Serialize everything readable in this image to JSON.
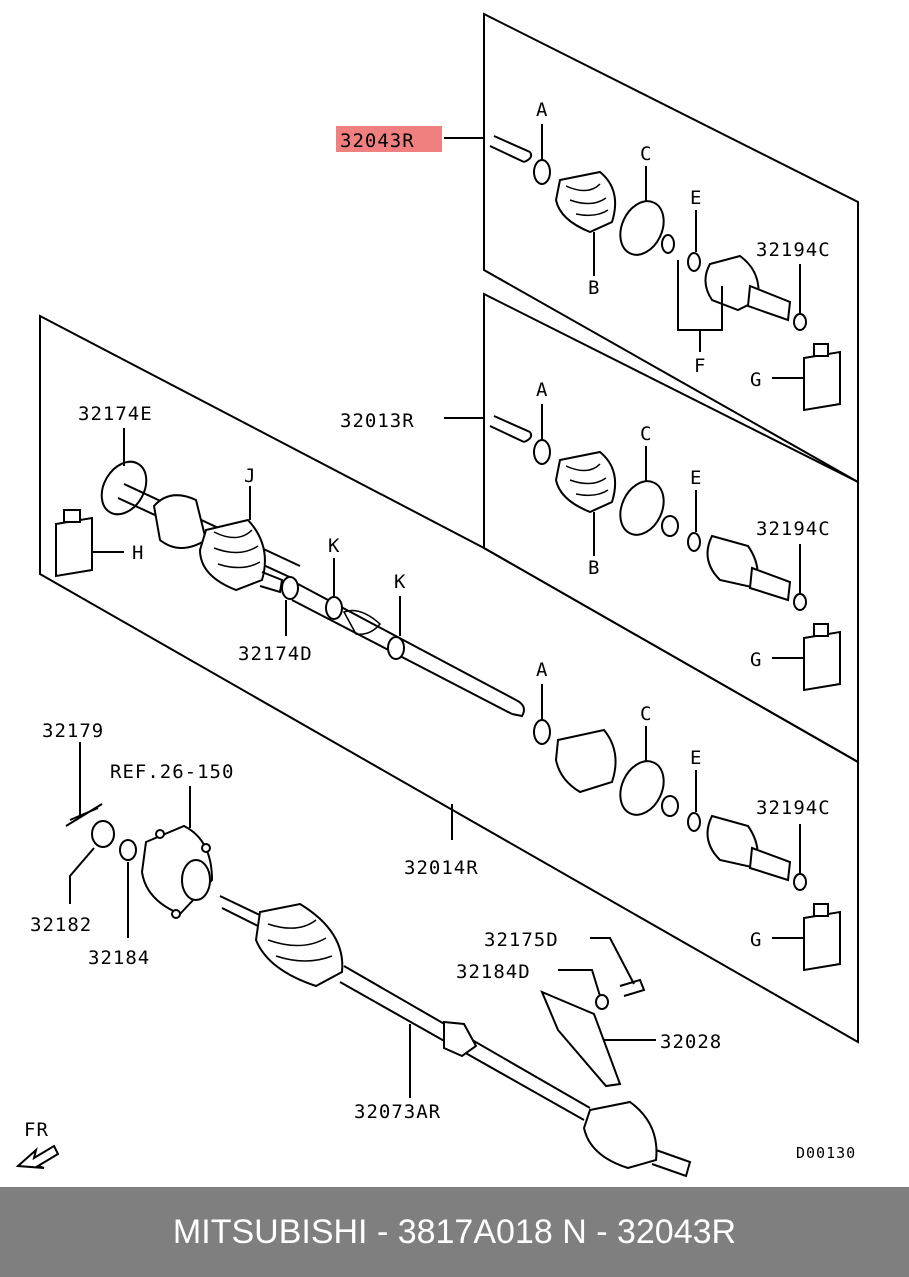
{
  "labels": {
    "highlight": "32043R",
    "p32013R": "32013R",
    "p32014R": "32014R",
    "p32073AR": "32073AR",
    "p32174E": "32174E",
    "p32174D": "32174D",
    "p32179": "32179",
    "p32182": "32182",
    "p32184": "32184",
    "ref": "REF.26-150",
    "p32175D": "32175D",
    "p32184D": "32184D",
    "p32028": "32028",
    "c1": "32194C",
    "c2": "32194C",
    "c3": "32194C",
    "A": "A",
    "B": "B",
    "C": "C",
    "E": "E",
    "F": "F",
    "G": "G",
    "H": "H",
    "J": "J",
    "K": "K",
    "fr": "FR",
    "code": "D00130"
  },
  "footer": {
    "text": "MITSUBISHI - 3817A018      N - 32043R"
  },
  "colors": {
    "highlight": "#f08080",
    "footer_bg": "#7f7f7f",
    "footer_text": "#ffffff"
  }
}
